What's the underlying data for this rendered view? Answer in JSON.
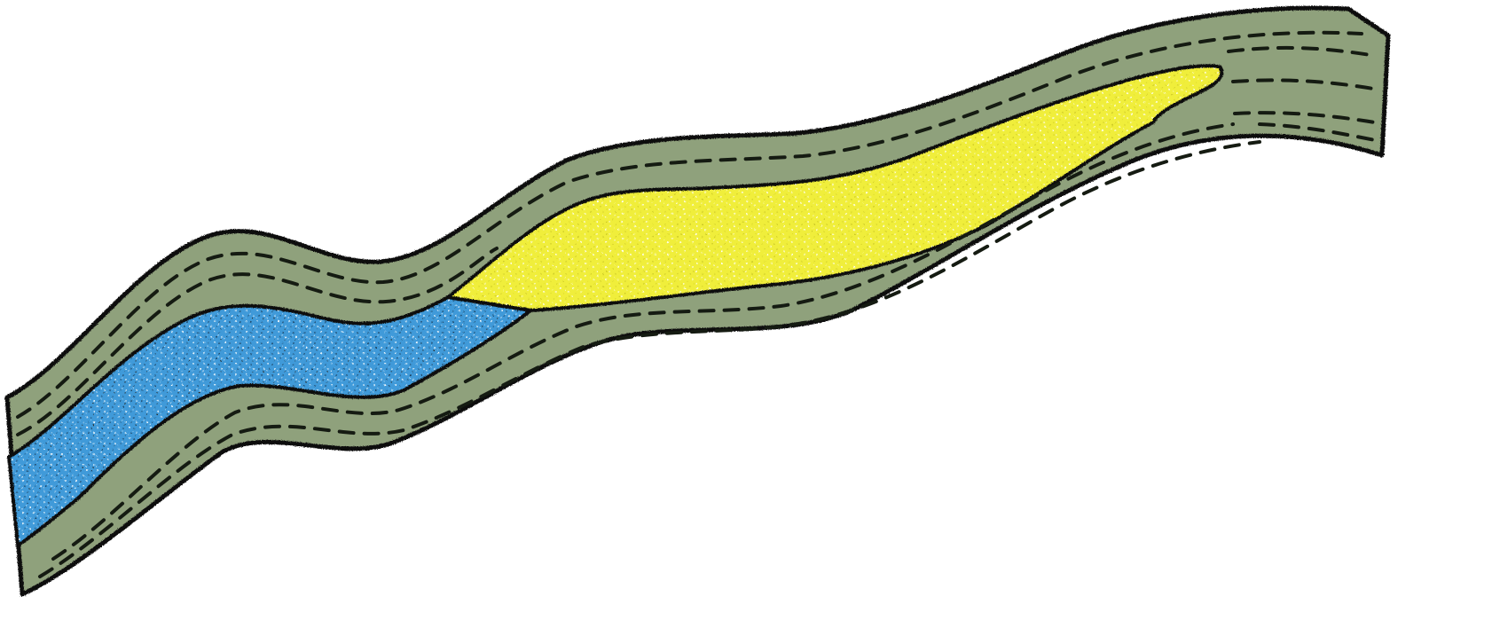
{
  "diagram": {
    "type": "geologic cross-section (folded strata)",
    "layers": [
      {
        "id": "shale-upper",
        "pattern": "dashed",
        "color": "#8fa17c",
        "dash_color": "#151b12"
      },
      {
        "id": "reservoir-gas",
        "pattern": "speckled",
        "color": "#f0ee3a"
      },
      {
        "id": "reservoir-water",
        "pattern": "speckled",
        "color": "#3f9ad9"
      },
      {
        "id": "shale-lower",
        "pattern": "dashed",
        "color": "#8fa17c",
        "dash_color": "#151b12"
      }
    ],
    "colors": {
      "background": "#ffffff",
      "outline": "#111111",
      "speckle_dark": "#333333"
    }
  }
}
